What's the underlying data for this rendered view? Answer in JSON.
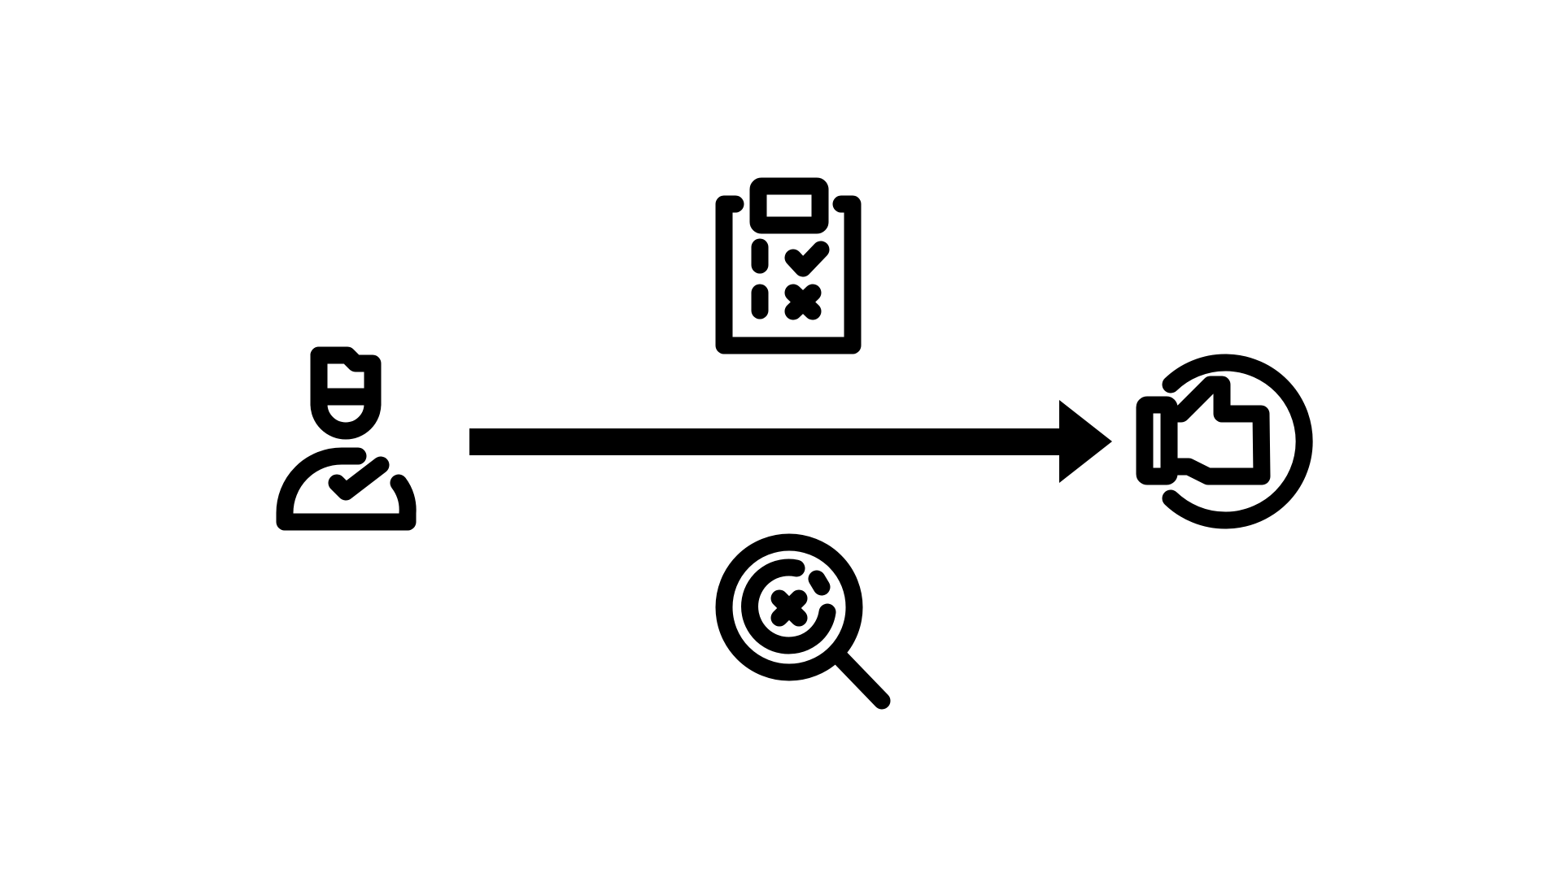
{
  "diagram": {
    "background": "#ffffff",
    "foreground": "#000000",
    "nodes": [
      {
        "id": "inspector",
        "icon": "inspector-person-icon"
      },
      {
        "id": "checklist",
        "icon": "checklist-clipboard-icon"
      },
      {
        "id": "defect-search",
        "icon": "magnifier-defect-icon"
      },
      {
        "id": "approval",
        "icon": "thumbs-up-approval-icon"
      }
    ],
    "edges": [
      {
        "from": "inspector",
        "to": "approval",
        "style": "solid-arrow"
      }
    ]
  }
}
